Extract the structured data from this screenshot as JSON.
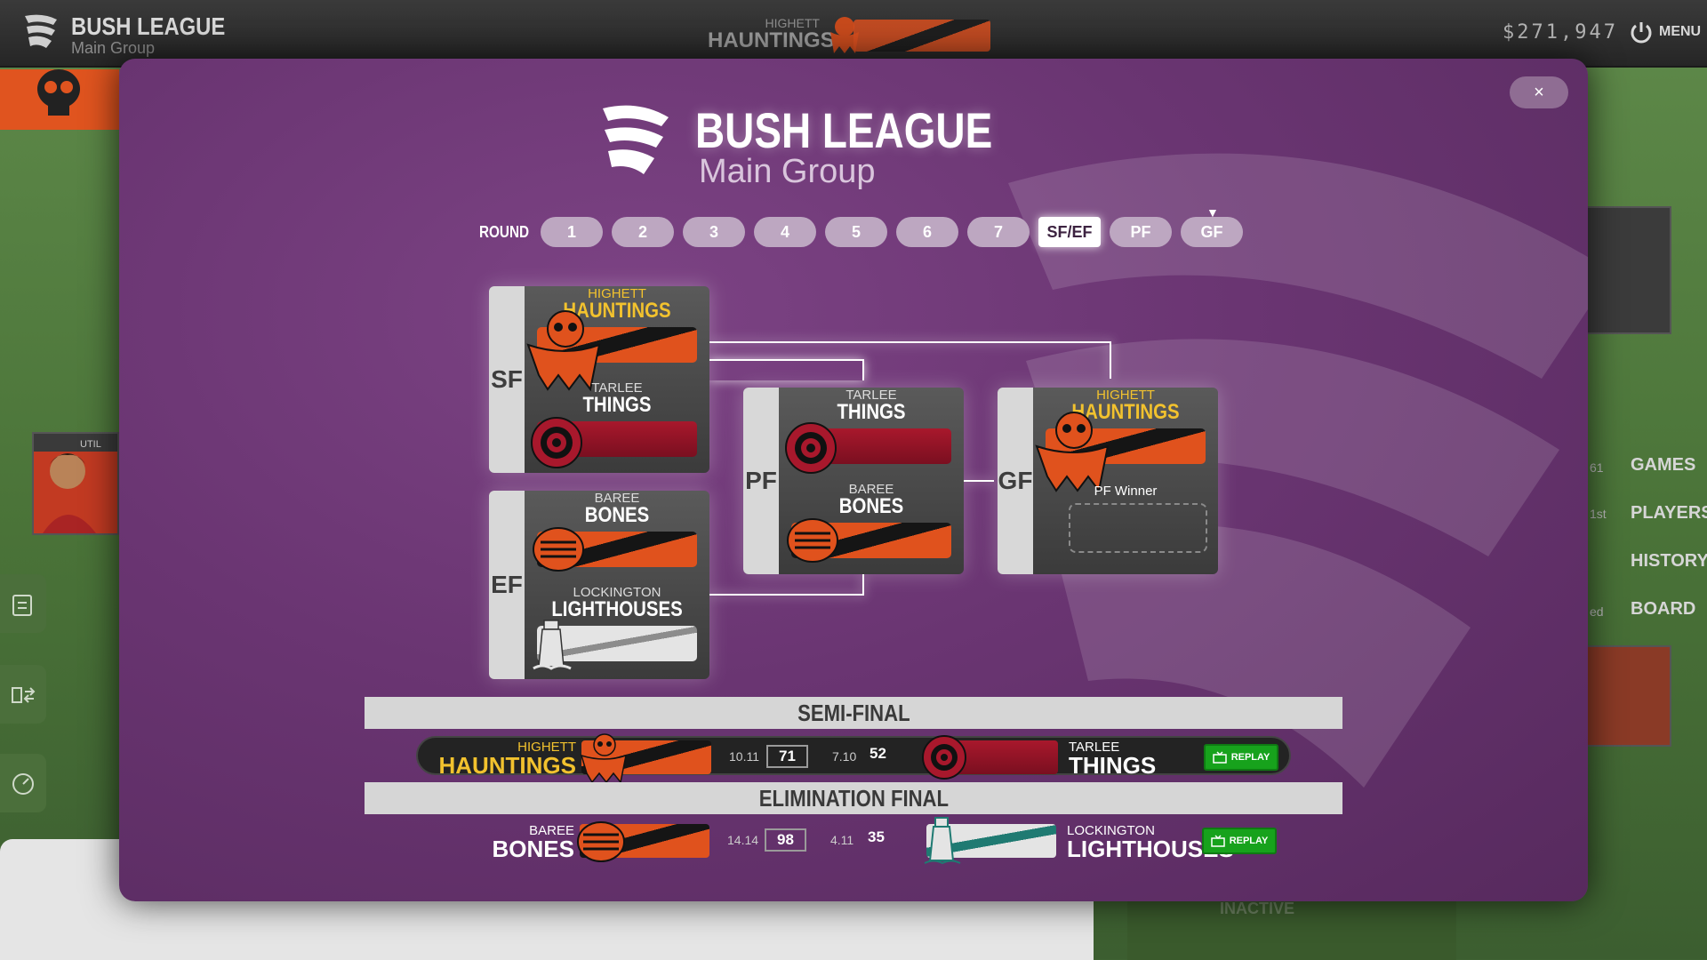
{
  "topbar": {
    "league_name": "BUSH LEAGUE",
    "group_name": "Main Group",
    "team_small": "HIGHETT",
    "team_big": "HAUNTINGS",
    "money": "$271,947",
    "menu_label": "MENU"
  },
  "right_nav": {
    "items": [
      "GAMES",
      "PLAYERS",
      "HISTORY",
      "BOARD"
    ],
    "numbers": [
      "61",
      "1st",
      "",
      "ed"
    ]
  },
  "background": {
    "inactive_label": "INACTIVE",
    "player_tag": "UTIL"
  },
  "modal": {
    "close_label": "×",
    "league_name": "BUSH LEAGUE",
    "group_name": "Main Group",
    "round_label": "ROUND",
    "rounds": [
      "1",
      "2",
      "3",
      "4",
      "5",
      "6",
      "7",
      "SF/EF",
      "PF",
      "GF"
    ],
    "active_round": "SF/EF",
    "marked_round": "GF"
  },
  "bracket": {
    "sf": {
      "tag": "SF",
      "home": {
        "small": "HIGHETT",
        "big": "HAUNTINGS"
      },
      "away": {
        "small": "TARLEE",
        "big": "THINGS"
      }
    },
    "ef": {
      "tag": "EF",
      "home": {
        "small": "BAREE",
        "big": "BONES"
      },
      "away": {
        "small": "LOCKINGTON",
        "big": "LIGHTHOUSES"
      }
    },
    "pf": {
      "tag": "PF",
      "home": {
        "small": "TARLEE",
        "big": "THINGS"
      },
      "away": {
        "small": "BAREE",
        "big": "BONES"
      }
    },
    "gf": {
      "tag": "GF",
      "home": {
        "small": "HIGHETT",
        "big": "HAUNTINGS"
      },
      "pending_label": "PF Winner"
    }
  },
  "results": {
    "semi_final": {
      "title": "SEMI-FINAL",
      "home": {
        "small": "HIGHETT",
        "big": "HAUNTINGS",
        "goals": "10.11",
        "score": "71"
      },
      "away": {
        "small": "TARLEE",
        "big": "THINGS",
        "goals": "7.10",
        "score": "52"
      },
      "replay_label": "REPLAY"
    },
    "elimination_final": {
      "title": "ELIMINATION FINAL",
      "home": {
        "small": "BAREE",
        "big": "BONES",
        "goals": "14.14",
        "score": "98"
      },
      "away": {
        "small": "LOCKINGTON",
        "big": "LIGHTHOUSES",
        "goals": "4.11",
        "score": "35"
      },
      "replay_label": "REPLAY"
    }
  },
  "colors": {
    "modal_purple": "#6a3572",
    "hauntings_orange": "#e0521d",
    "things_red": "#a8182c",
    "highlight_gold": "#f2c22e",
    "replay_green": "#17a21c"
  },
  "icons": [
    "logo-icon",
    "power-icon",
    "skull-icon",
    "ghost-skull-icon",
    "target-icon",
    "bones-icon",
    "lighthouse-icon",
    "tv-icon",
    "clipboard-icon",
    "swap-icon",
    "gauge-icon",
    "close-icon"
  ]
}
